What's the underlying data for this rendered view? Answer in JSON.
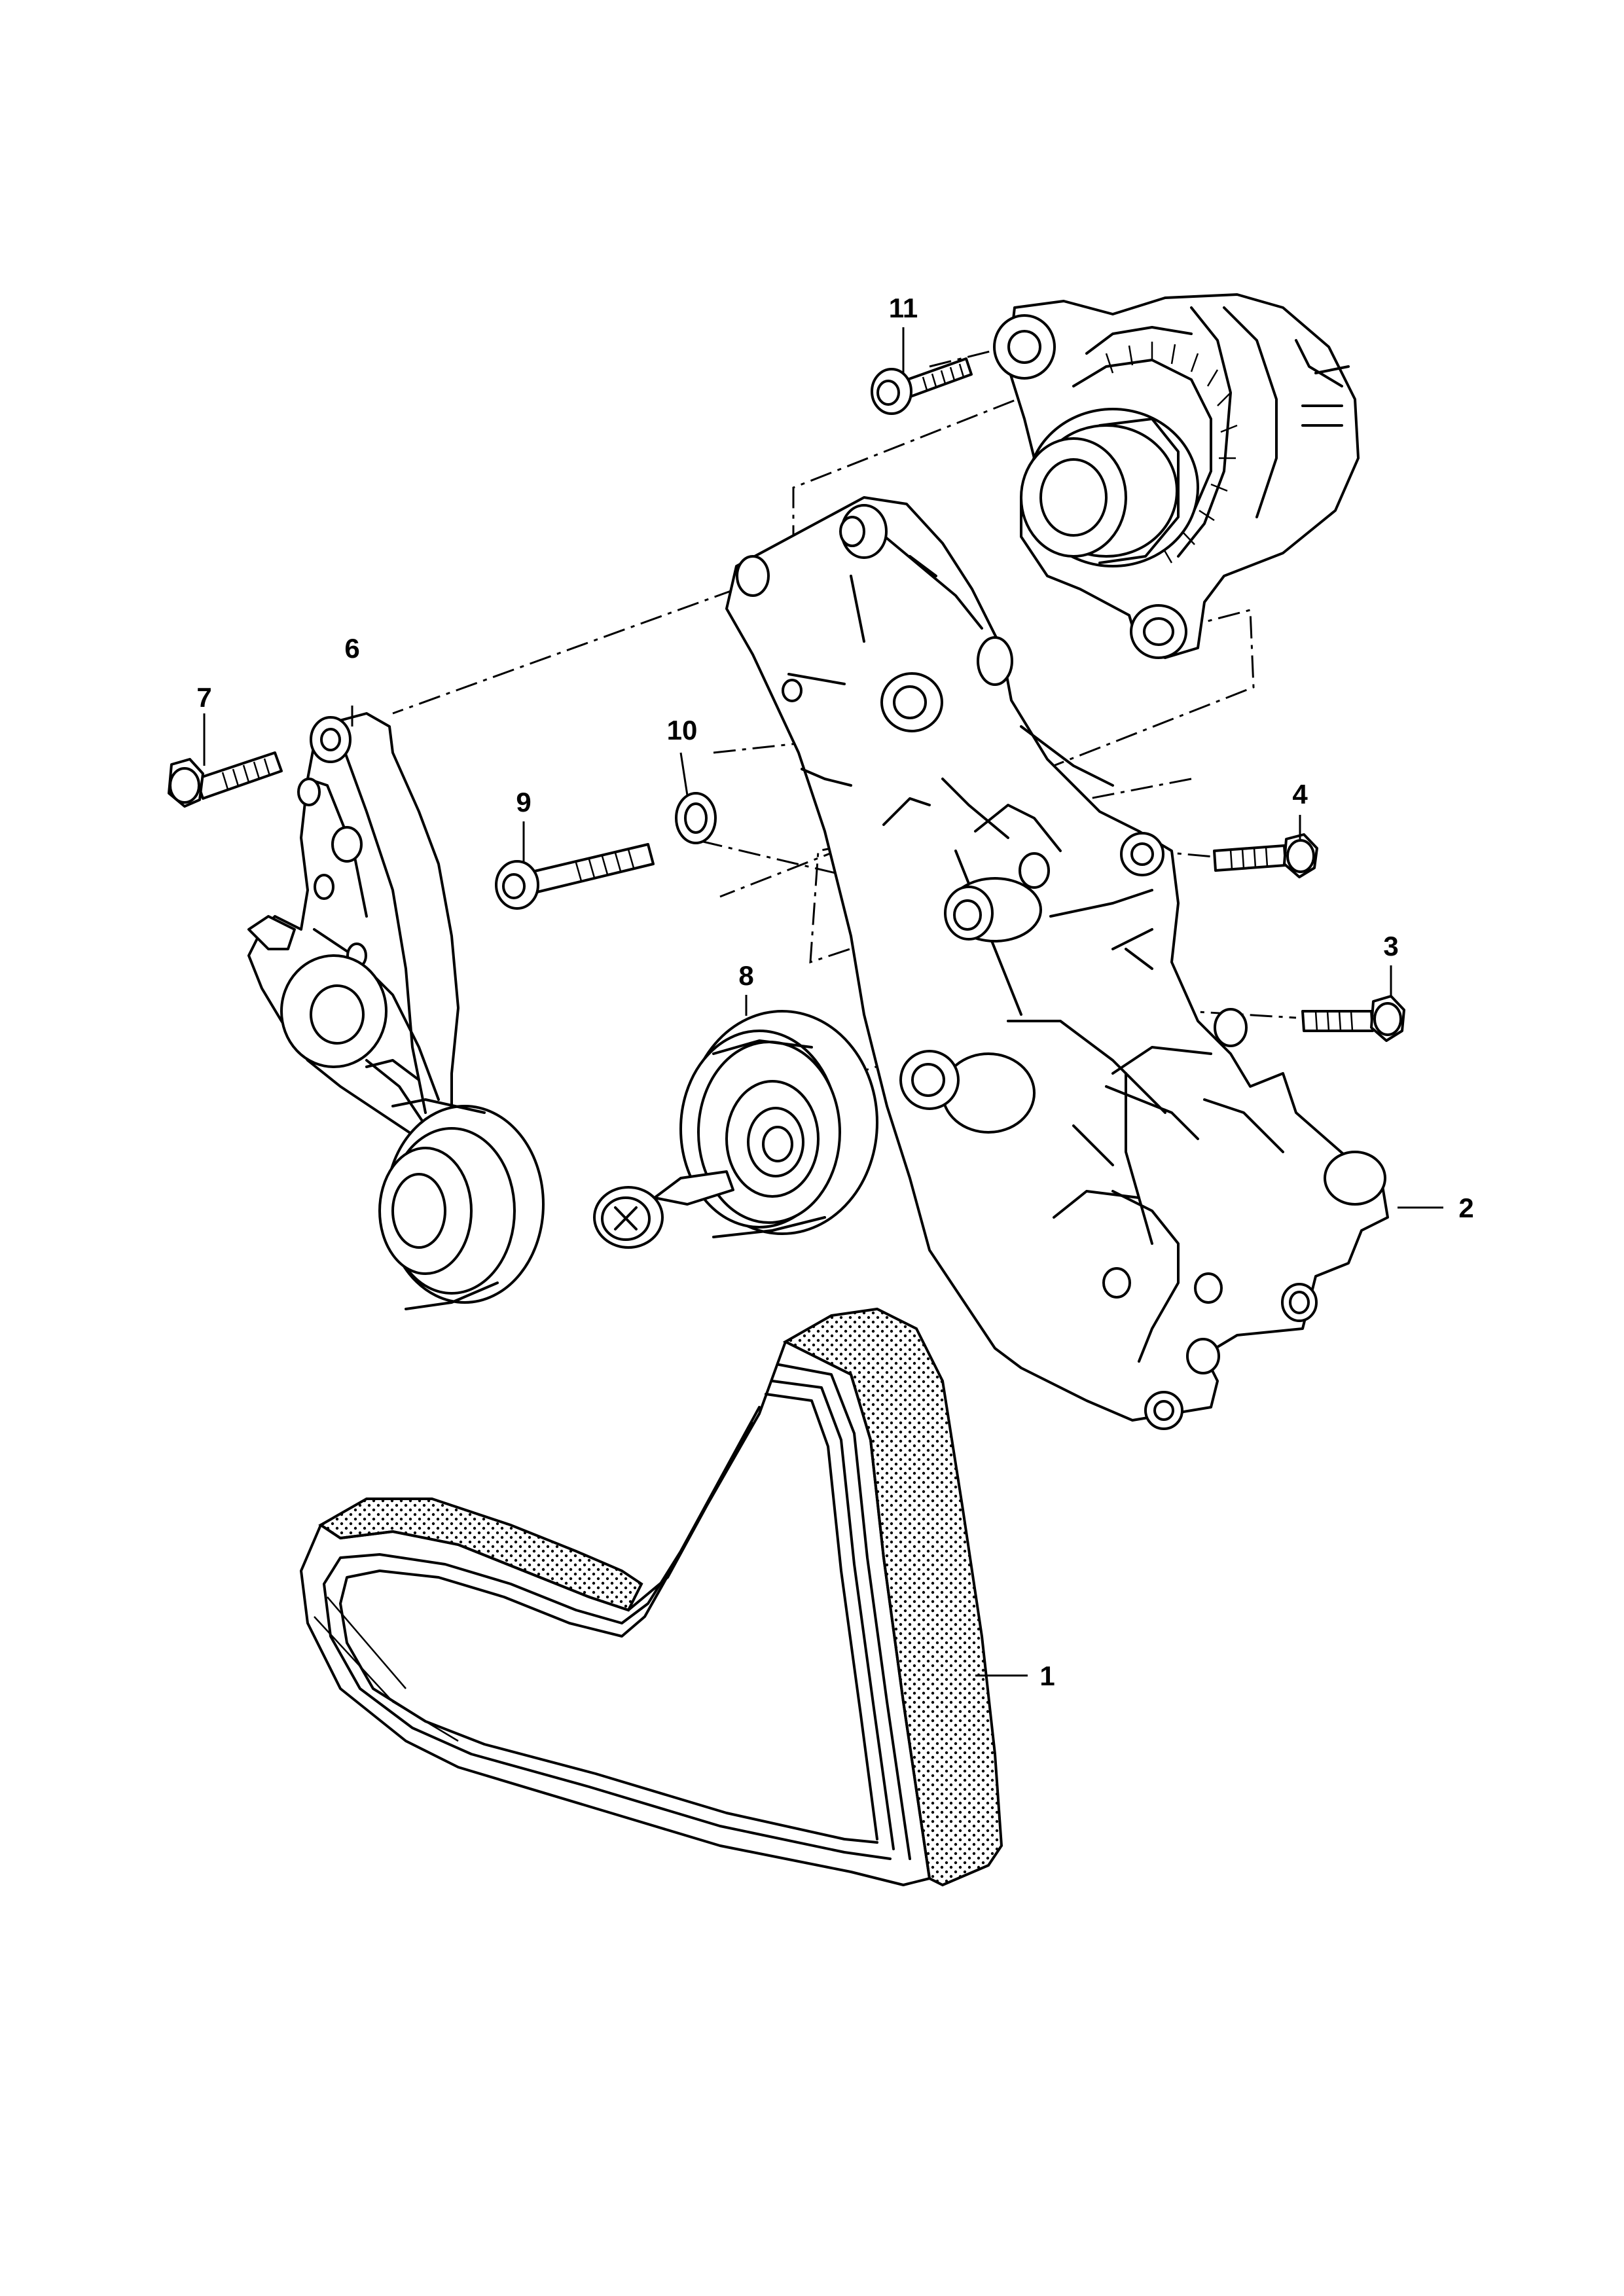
{
  "callouts": [
    {
      "id": "1",
      "label": "1"
    },
    {
      "id": "2",
      "label": "2"
    },
    {
      "id": "3",
      "label": "3"
    },
    {
      "id": "4",
      "label": "4"
    },
    {
      "id": "6",
      "label": "6"
    },
    {
      "id": "7",
      "label": "7"
    },
    {
      "id": "8",
      "label": "8"
    },
    {
      "id": "9",
      "label": "9"
    },
    {
      "id": "10",
      "label": "10"
    },
    {
      "id": "11",
      "label": "11"
    }
  ],
  "colors": {
    "line": "#000000",
    "background": "#ffffff",
    "belt_dots": "#000000"
  }
}
